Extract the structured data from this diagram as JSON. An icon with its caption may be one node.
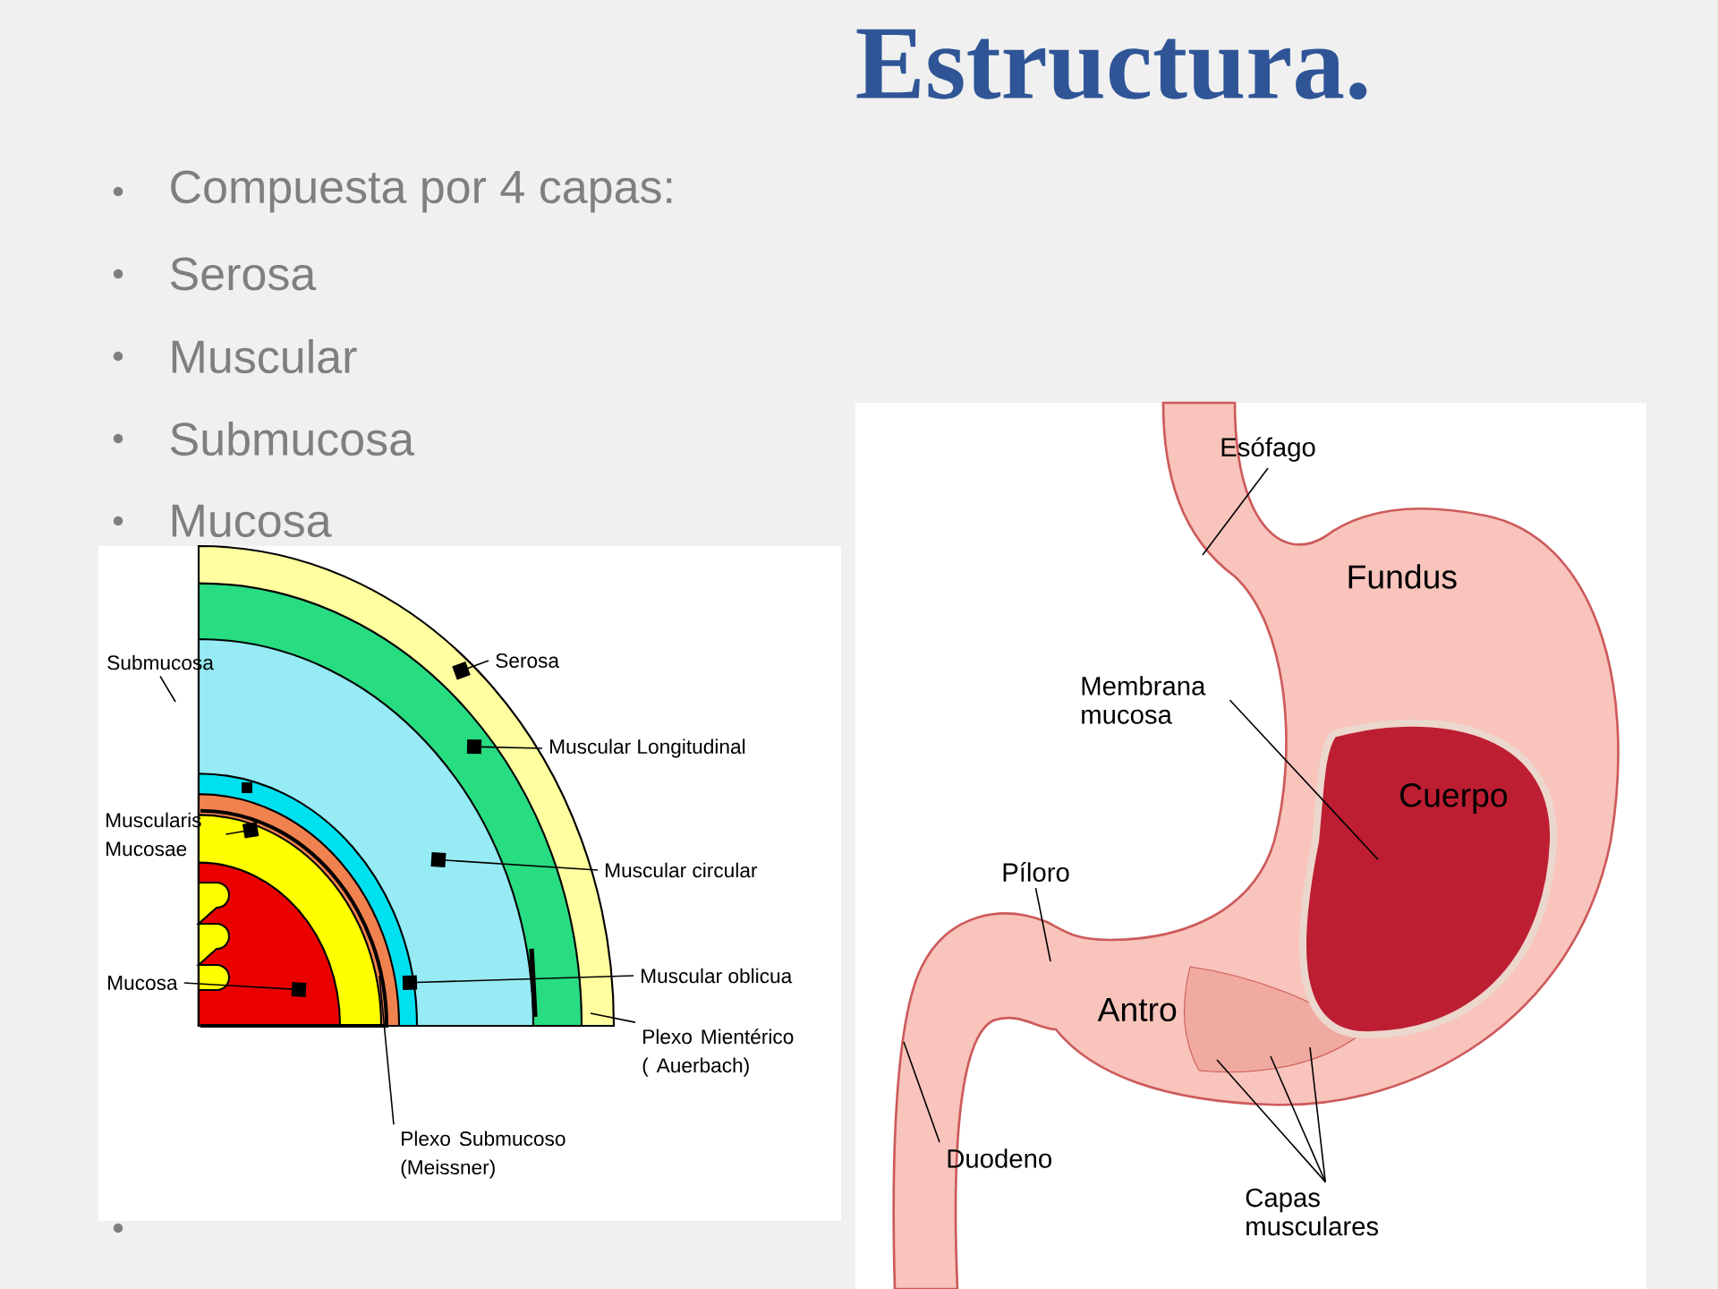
{
  "diagram": {
    "title": "Estructura.",
    "nodes": [
      {
        "text": [
          "Submucosa"
        ]
      },
      {
        "text": [
          "Serosa"
        ]
      },
      {
        "text": [
          "Muscular Longitudinal"
        ]
      },
      {
        "text": [
          "Muscularis Mucosae"
        ]
      },
      {
        "text": [
          "Muscular circular"
        ]
      },
      {
        "text": [
          "Mucosa"
        ]
      },
      {
        "text": [
          "Muscular oblicua"
        ]
      },
      {
        "text": [
          "Plexo Mientérico ( Auerbach)"
        ]
      },
      {
        "text": [
          "Plexo Submucoso (Meissner)"
        ]
      },
      {
        "text": [
          "Esófago"
        ]
      },
      {
        "text": [
          "Membrana mucosa"
        ]
      },
      {
        "text": [
          "Píloro"
        ]
      },
      {
        "text": [
          "Duodeno"
        ]
      },
      {
        "text": [
          "Capas musculares"
        ]
      },
      {
        "text": [
          "Cuerpo"
        ]
      }
    ],
    "edges": [
      {
        "from": 0,
        "to": null,
        "arrow": "none"
      },
      {
        "from": 1,
        "to": null,
        "arrow": "other"
      },
      {
        "from": 2,
        "to": null,
        "arrow": "other"
      },
      {
        "from": 3,
        "to": null,
        "arrow": "other"
      },
      {
        "from": 4,
        "to": null,
        "arrow": "other"
      },
      {
        "from": 5,
        "to": null,
        "arrow": "other"
      },
      {
        "from": 6,
        "to": null,
        "arrow": "other"
      },
      {
        "from": 7,
        "to": null,
        "arrow": "none"
      },
      {
        "from": 8,
        "to": null,
        "arrow": "none"
      },
      {
        "from": 9,
        "to": null,
        "arrow": "none"
      },
      {
        "from": 10,
        "to": 14,
        "arrow": "none"
      },
      {
        "from": 11,
        "to": null,
        "arrow": "none"
      },
      {
        "from": 12,
        "to": null,
        "arrow": "none"
      },
      {
        "from": 13,
        "to": null,
        "arrow": "none"
      },
      {
        "from": 13,
        "to": null,
        "arrow": "none"
      },
      {
        "from": 13,
        "to": null,
        "arrow": "none"
      }
    ],
    "labels": [
      "Compuesta por 4 capas:",
      "Serosa",
      "Muscular",
      "Submucosa",
      "Mucosa",
      "Fundus",
      "Antro"
    ]
  }
}
